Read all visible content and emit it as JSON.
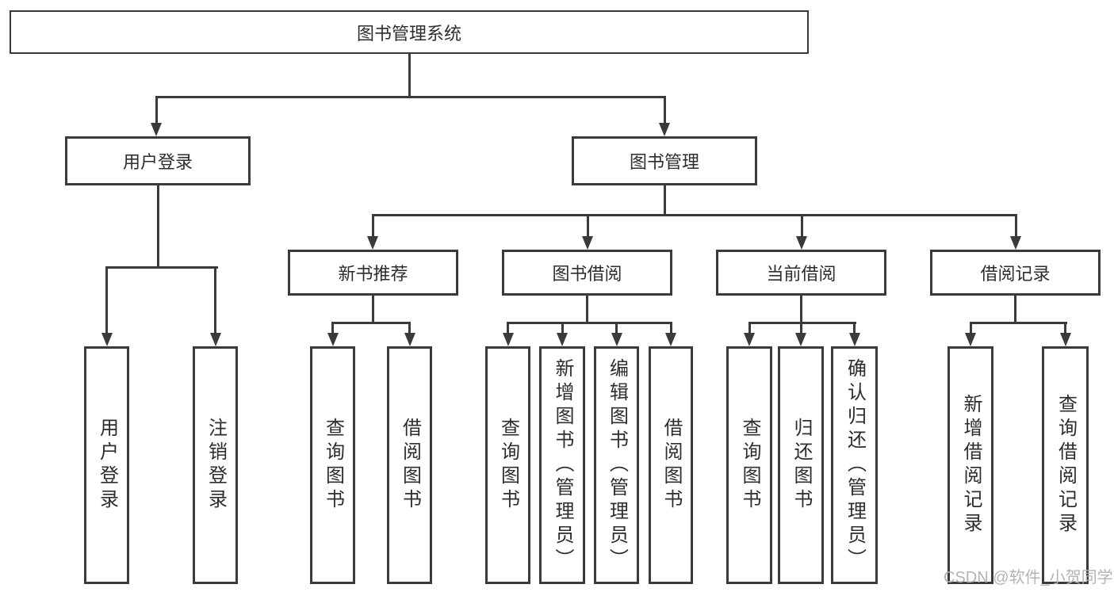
{
  "tree": {
    "root": {
      "label": "图书管理系统"
    },
    "branches": [
      {
        "label": "用户登录",
        "children": [
          {
            "label": "用户登录"
          },
          {
            "label": "注销登录"
          }
        ]
      },
      {
        "label": "图书管理",
        "children": [
          {
            "label": "新书推荐",
            "children": [
              {
                "label": "查询图书"
              },
              {
                "label": "借阅图书"
              }
            ]
          },
          {
            "label": "图书借阅",
            "children": [
              {
                "label": "查询图书"
              },
              {
                "label": "新增图书（管理员）"
              },
              {
                "label": "编辑图书（管理员）"
              },
              {
                "label": "借阅图书"
              }
            ]
          },
          {
            "label": "当前借阅",
            "children": [
              {
                "label": "查询图书"
              },
              {
                "label": "归还图书"
              },
              {
                "label": "确认归还（管理员）"
              }
            ]
          },
          {
            "label": "借阅记录",
            "children": [
              {
                "label": "新增借阅记录"
              },
              {
                "label": "查询借阅记录"
              }
            ]
          }
        ]
      }
    ]
  },
  "watermark": {
    "text": "CSDN @软件_小贺同学"
  },
  "colors": {
    "line": "#3a3a3a",
    "text": "#2d2d2d",
    "watermark_text": "#b3b3b3",
    "background": "#ffffff"
  }
}
